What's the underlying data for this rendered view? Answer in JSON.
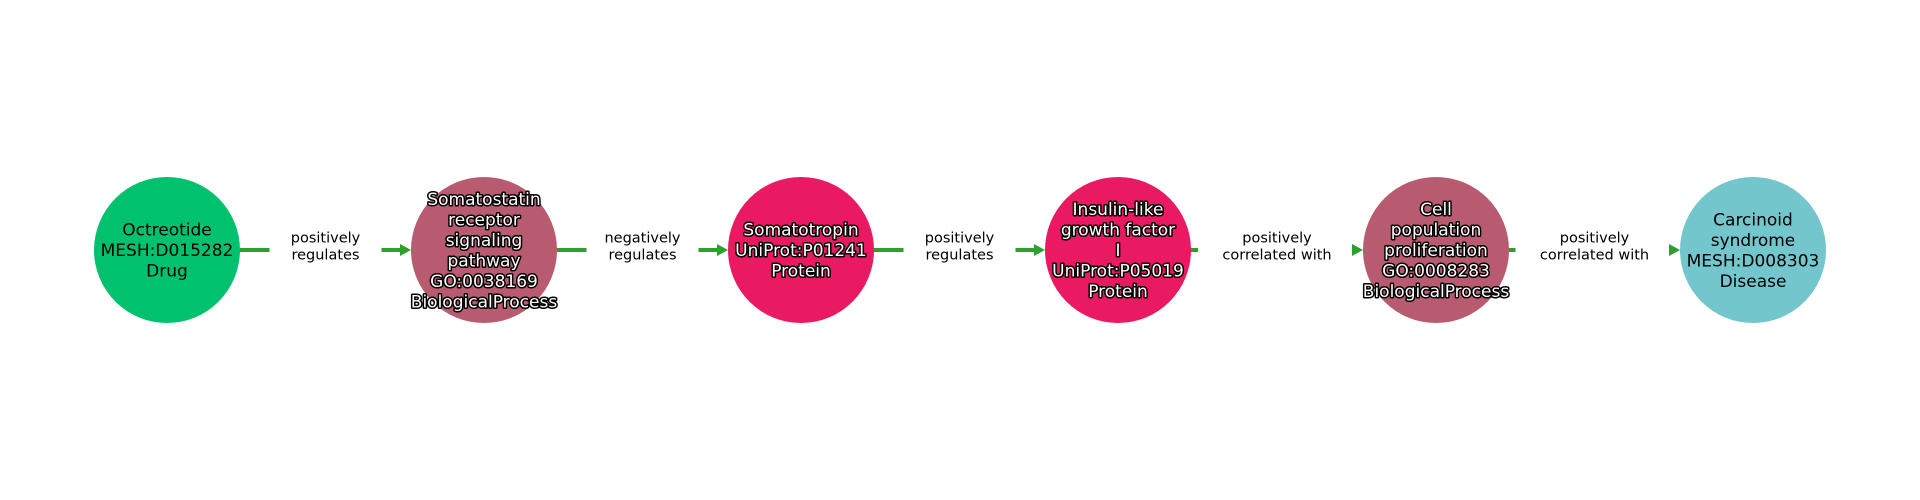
{
  "colors": {
    "edge": "#2ca02c",
    "Drug": "#00c26e",
    "BiologicalProcess": "#b85a70",
    "Protein": "#e91962",
    "Disease": "#72c6cc"
  },
  "nodes": [
    {
      "lines": [
        "Octreotide",
        "MESH:D015282",
        "Drug"
      ],
      "type": "Drug",
      "outlined": false
    },
    {
      "lines": [
        "Somatostatin",
        "receptor",
        "signaling",
        "pathway",
        "GO:0038169",
        "BiologicalProcess"
      ],
      "type": "BiologicalProcess",
      "outlined": true
    },
    {
      "lines": [
        "Somatotropin",
        "UniProt:P01241",
        "Protein"
      ],
      "type": "Protein",
      "outlined": true
    },
    {
      "lines": [
        "Insulin-like",
        "growth factor",
        "I",
        "UniProt:P05019",
        "Protein"
      ],
      "type": "Protein",
      "outlined": true
    },
    {
      "lines": [
        "Cell",
        "population",
        "proliferation",
        "GO:0008283",
        "BiologicalProcess"
      ],
      "type": "BiologicalProcess",
      "outlined": true
    },
    {
      "lines": [
        "Carcinoid",
        "syndrome",
        "MESH:D008303",
        "Disease"
      ],
      "type": "Disease",
      "outlined": false
    }
  ],
  "edges": [
    {
      "lines": [
        "positively",
        "regulates"
      ]
    },
    {
      "lines": [
        "negatively",
        "regulates"
      ]
    },
    {
      "lines": [
        "positively",
        "regulates"
      ]
    },
    {
      "lines": [
        "positively",
        "correlated with"
      ]
    },
    {
      "lines": [
        "positively",
        "correlated with"
      ]
    }
  ]
}
